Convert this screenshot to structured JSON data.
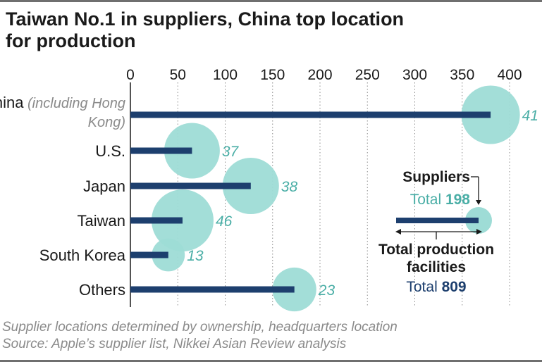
{
  "title": {
    "line1": "Taiwan No.1 in suppliers, China top location",
    "line2": "for production"
  },
  "footer": {
    "line1": "Supplier locations determined by ownership, headquarters location",
    "line2": "Source: Apple’s supplier list, Nikkei Asian Review analysis"
  },
  "legend": {
    "suppliers_label": "Suppliers",
    "suppliers_total_prefix": "Total",
    "suppliers_total": "198",
    "facilities_label_line1": "Total production",
    "facilities_label_line2": "facilities",
    "facilities_total_prefix": "Total",
    "facilities_total": "809"
  },
  "colors": {
    "bar": "#1d3f6e",
    "bubble": "#9edcd6",
    "bubble_label": "#4aaea6",
    "axis": "#1a1a1a",
    "grid": "#8c8c8c",
    "muted": "#8a8a8a"
  },
  "chart_data": {
    "type": "bar",
    "orientation": "horizontal",
    "categories": [
      "China",
      "U.S.",
      "Japan",
      "Taiwan",
      "South Korea",
      "Others"
    ],
    "category_notes": [
      "(including Hong Kong)",
      "",
      "",
      "",
      "",
      ""
    ],
    "series": [
      {
        "name": "Total production facilities",
        "type": "bar",
        "values": [
          380,
          65,
          127,
          55,
          40,
          173
        ]
      },
      {
        "name": "Suppliers",
        "type": "bubble",
        "values": [
          41,
          37,
          38,
          46,
          13,
          23
        ]
      }
    ],
    "xlim": [
      0,
      400
    ],
    "xticks": [
      0,
      50,
      100,
      150,
      200,
      250,
      300,
      350,
      400
    ],
    "grid": true,
    "legend_position": "right"
  }
}
